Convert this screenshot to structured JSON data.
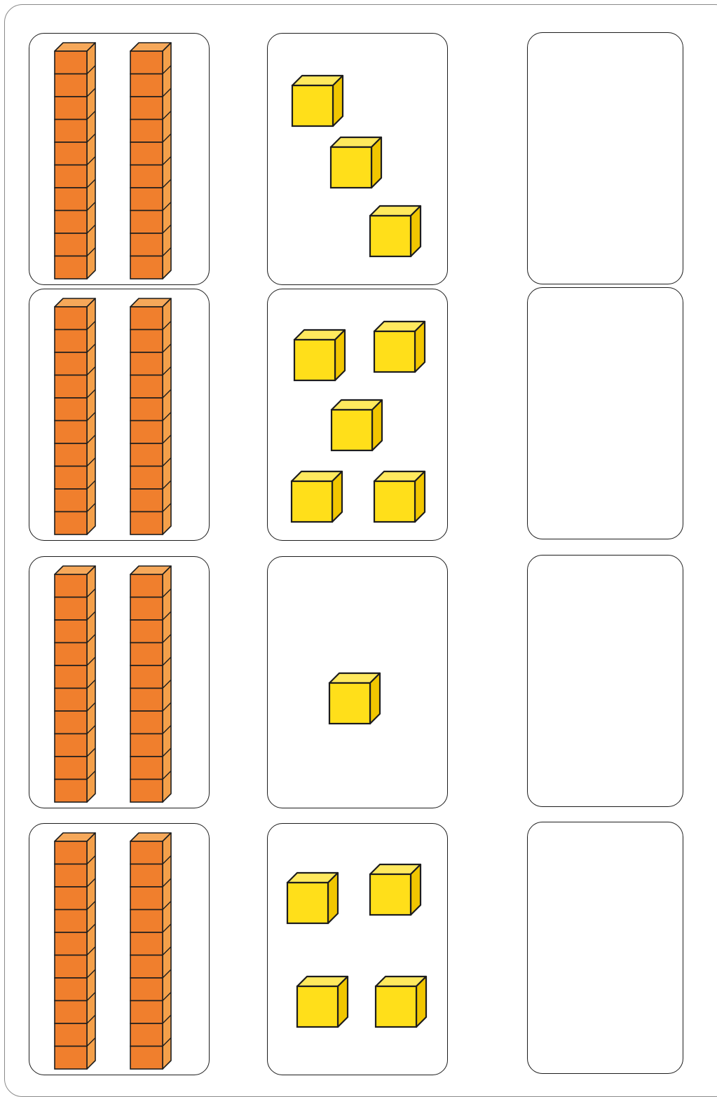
{
  "worksheet": {
    "rows": [
      {
        "tens_rods": 2,
        "ones_cubes": 3,
        "answer": ""
      },
      {
        "tens_rods": 2,
        "ones_cubes": 5,
        "answer": ""
      },
      {
        "tens_rods": 2,
        "ones_cubes": 1,
        "answer": ""
      },
      {
        "tens_rods": 2,
        "ones_cubes": 4,
        "answer": ""
      }
    ],
    "cubes_per_rod": 10,
    "colors": {
      "rod_front": "#f07f2d",
      "rod_side": "#f4a04a",
      "rod_top": "#f6a85a",
      "cube_front": "#ffdf1a",
      "cube_side": "#f1c600",
      "cube_top": "#ffe95e",
      "outline": "#1d1d1d"
    }
  }
}
